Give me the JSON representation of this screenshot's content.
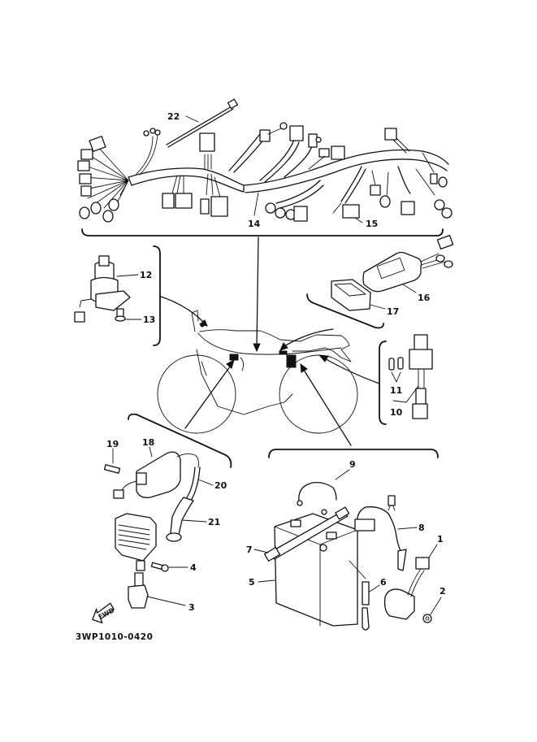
{
  "diagram": {
    "title": "Electrical parts diagram",
    "drawing_code": "3WP1010-0420",
    "direction_marker": "FWD",
    "callouts": [
      {
        "id": "1",
        "label": "1"
      },
      {
        "id": "2",
        "label": "2"
      },
      {
        "id": "3",
        "label": "3"
      },
      {
        "id": "4",
        "label": "4"
      },
      {
        "id": "5",
        "label": "5"
      },
      {
        "id": "6",
        "label": "6"
      },
      {
        "id": "7",
        "label": "7"
      },
      {
        "id": "8",
        "label": "8"
      },
      {
        "id": "9",
        "label": "9"
      },
      {
        "id": "10",
        "label": "10"
      },
      {
        "id": "11",
        "label": "11"
      },
      {
        "id": "12",
        "label": "12"
      },
      {
        "id": "13",
        "label": "13"
      },
      {
        "id": "14",
        "label": "14"
      },
      {
        "id": "15",
        "label": "15"
      },
      {
        "id": "16",
        "label": "16"
      },
      {
        "id": "17",
        "label": "17"
      },
      {
        "id": "18",
        "label": "18"
      },
      {
        "id": "19",
        "label": "19"
      },
      {
        "id": "20",
        "label": "20"
      },
      {
        "id": "21",
        "label": "21"
      },
      {
        "id": "22",
        "label": "22"
      }
    ],
    "groups": [
      {
        "name": "wire-harness-group",
        "parts": [
          "14",
          "15",
          "22"
        ]
      },
      {
        "name": "main-switch-group",
        "parts": [
          "12",
          "13"
        ]
      },
      {
        "name": "control-unit-group",
        "parts": [
          "16",
          "17"
        ]
      },
      {
        "name": "fuse-group",
        "parts": [
          "10",
          "11"
        ]
      },
      {
        "name": "ignition-rectifier-group",
        "parts": [
          "3",
          "4",
          "18",
          "19",
          "20",
          "21"
        ]
      },
      {
        "name": "battery-relay-group",
        "parts": [
          "1",
          "2",
          "5",
          "6",
          "7",
          "8",
          "9"
        ]
      }
    ]
  }
}
